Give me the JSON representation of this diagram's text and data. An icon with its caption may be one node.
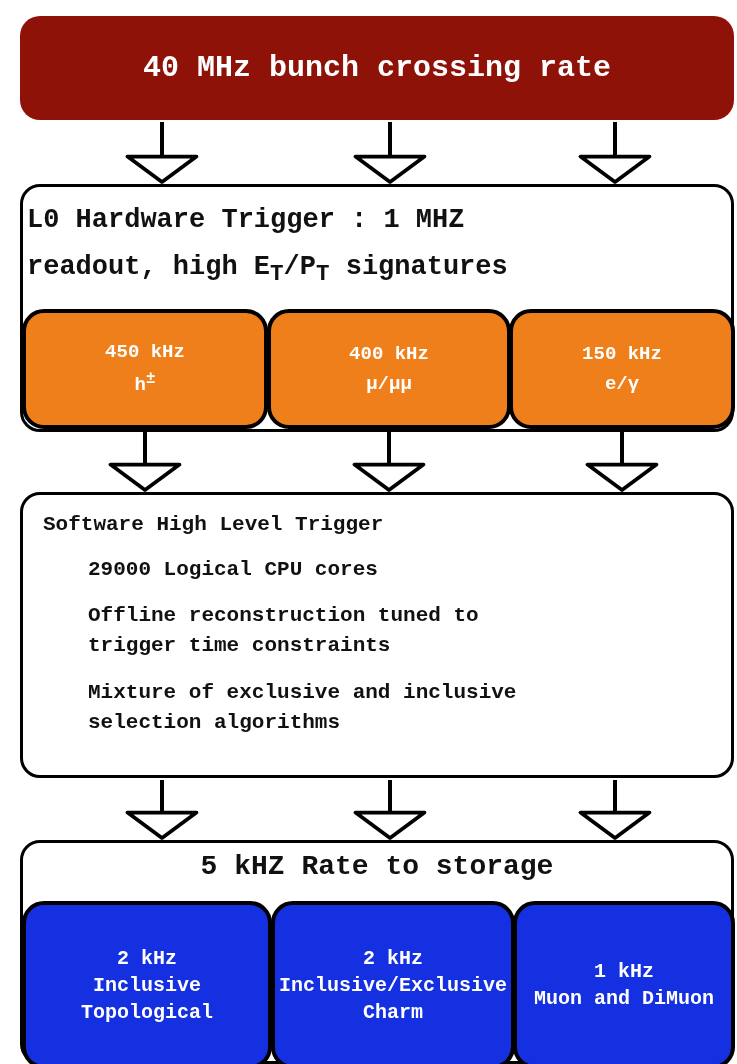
{
  "diagram": {
    "nodes": [
      {
        "text": [
          "40 MHz bunch crossing rate"
        ]
      },
      {
        "text": [
          "L0 Hardware Trigger : 1 MHZ readout, high E$_{T}$/P$_{T}$ signatures"
        ]
      },
      {
        "text": [
          "450 kHz",
          "h$^{±}$"
        ],
        "in": 1
      },
      {
        "text": [
          "400 kHz",
          "μ/μμ"
        ],
        "in": 1
      },
      {
        "text": [
          "150 kHz",
          "e/γ"
        ],
        "in": 1
      },
      {
        "text": [
          "Software High Level Trigger",
          "29000 Logical CPU cores",
          "Offline reconstruction tuned to trigger time constraints",
          "Mixture of exclusive and inclusive selection algorithms"
        ]
      },
      {
        "text": [
          "5 kHZ Rate to storage"
        ]
      },
      {
        "text": [
          "2 kHz",
          "Inclusive Topological"
        ],
        "in": 6
      },
      {
        "text": [
          "2 kHz",
          "Inclusive/Exclusive Charm"
        ],
        "in": 6
      },
      {
        "text": [
          "1 kHz",
          "Muon and DiMuon"
        ],
        "in": 6
      }
    ],
    "edges": [
      {
        "from": 0,
        "to": 1,
        "arrow": "to"
      },
      {
        "from": 0,
        "to": 1,
        "arrow": "to"
      },
      {
        "from": 0,
        "to": 1,
        "arrow": "to"
      },
      {
        "from": 2,
        "to": 5,
        "arrow": "to"
      },
      {
        "from": 3,
        "to": 5,
        "arrow": "to"
      },
      {
        "from": 4,
        "to": 5,
        "arrow": "to"
      },
      {
        "from": 5,
        "to": 6,
        "arrow": "to"
      },
      {
        "from": 5,
        "to": 6,
        "arrow": "to"
      },
      {
        "from": 5,
        "to": 6,
        "arrow": "to"
      }
    ]
  }
}
